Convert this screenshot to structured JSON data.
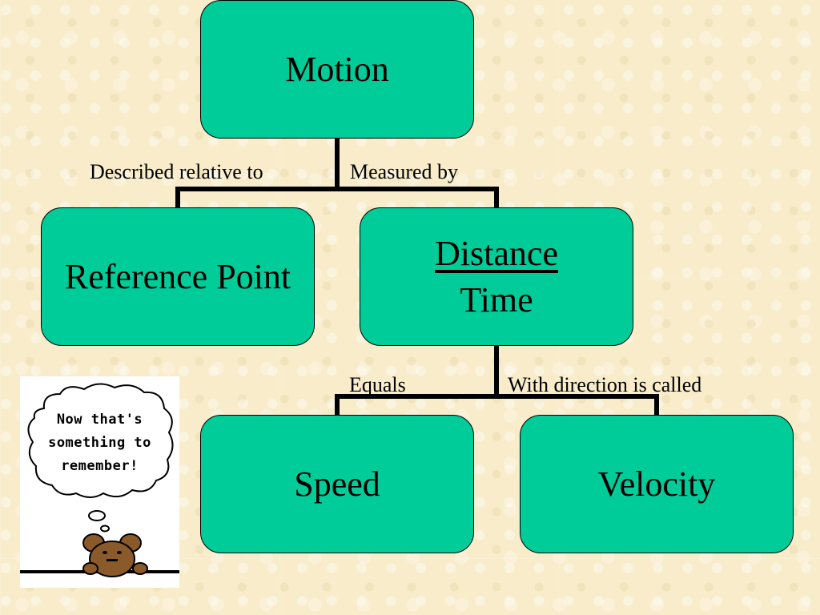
{
  "nodes": {
    "motion": "Motion",
    "reference_point": "Reference Point",
    "distance": "Distance",
    "time": "Time",
    "speed": "Speed",
    "velocity": "Velocity"
  },
  "edges": {
    "described_relative_to": "Described relative to",
    "measured_by": "Measured by",
    "equals": "Equals",
    "with_direction": "With direction is called"
  },
  "clipart": {
    "line1": "Now that's",
    "line2": "something to",
    "line3": "remember!"
  },
  "colors": {
    "box_fill": "#00cc99",
    "background": "#f8eccb",
    "connector": "#000000"
  }
}
